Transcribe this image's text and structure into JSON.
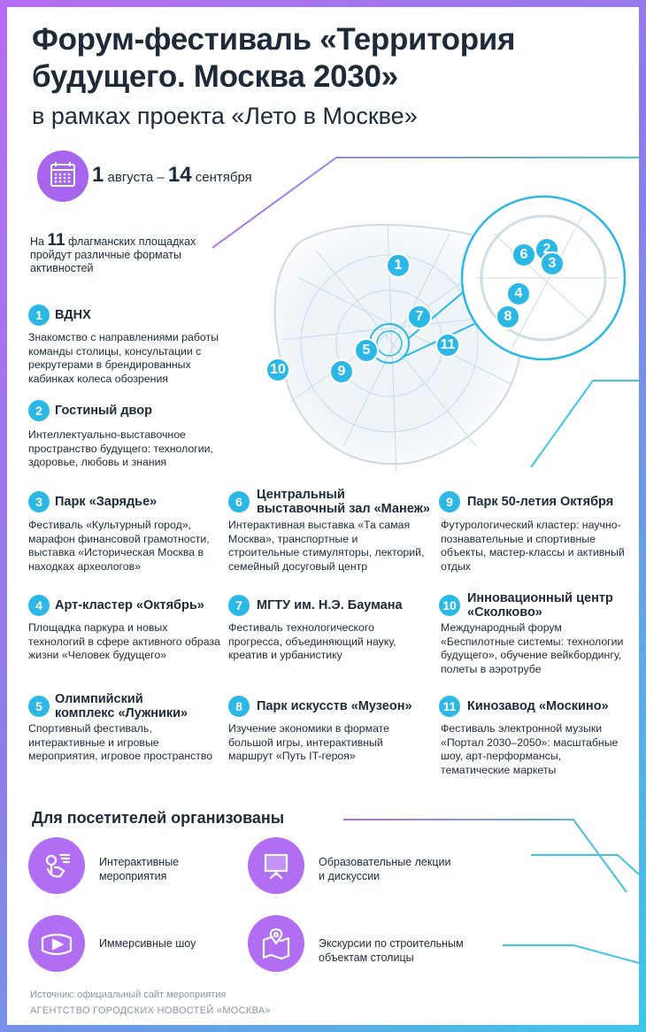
{
  "header": {
    "title_line1": "Форум-фестиваль «Территория",
    "title_line2": "будущего. Москва 2030»",
    "subtitle": "в рамках проекта «Лето в Москве»"
  },
  "dates": {
    "day_start": "1",
    "month_start": " августа – ",
    "day_end": "14",
    "month_end": " сентября"
  },
  "intro": {
    "prefix": "На ",
    "count": "11",
    "text": " флагманских площадках пройдут различные форматы активностей"
  },
  "map_markers": [
    "1",
    "2",
    "3",
    "4",
    "5",
    "6",
    "7",
    "8",
    "9",
    "10",
    "11"
  ],
  "venues": [
    {
      "num": "1",
      "name": "ВДНХ",
      "desc": "Знакомство с направлениями работы команды столицы, консультации с рекрутерами в брендированных кабинках колеса обозрения"
    },
    {
      "num": "2",
      "name": "Гостиный двор",
      "desc": "Интеллектуально-выставочное пространство будущего: технологии, здоровье, любовь и знания"
    },
    {
      "num": "3",
      "name": "Парк «Зарядье»",
      "desc": "Фестиваль «Культурный город», марафон финансовой грамотности, выставка «Историческая Москва в находках археологов»"
    },
    {
      "num": "4",
      "name": "Арт-кластер «Октябрь»",
      "desc": "Площадка паркура и новых технологий в сфере активного образа жизни «Человек будущего»"
    },
    {
      "num": "5",
      "name": "Олимпийский комплекс «Лужники»",
      "desc": "Спортивный фестиваль, интерактивные и игровые мероприятия, игровое пространство"
    },
    {
      "num": "6",
      "name": "Центральный выставочный зал «Манеж»",
      "desc": "Интерактивная выставка «Та самая Москва», транспортные и строительные стимуляторы, лекторий, семейный досуговый центр"
    },
    {
      "num": "7",
      "name": "МГТУ им. Н.Э. Баумана",
      "desc": "Фестиваль технологического прогресса, объединяющий науку, креатив и урбанистику"
    },
    {
      "num": "8",
      "name": "Парк искусств «Музеон»",
      "desc": "Изучение экономики в формате большой игры, интерактивный маршрут «Путь IT-героя»"
    },
    {
      "num": "9",
      "name": "Парк 50-летия Октября",
      "desc": "Футурологический кластер: научно-познавательные и спортивные объекты, мастер-классы и активный отдых"
    },
    {
      "num": "10",
      "name": "Инновационный центр «Сколково»",
      "desc": "Международный форум «Беспилотные системы: технологии будущего», обучение вейкбордингу, полеты в аэротрубе"
    },
    {
      "num": "11",
      "name": "Кинозавод «Москино»",
      "desc": "Фестиваль электронной музыки «Портал 2030–2050»: масштабные шоу, арт-перформансы, тематические маркеты"
    }
  ],
  "features": {
    "title": "Для посетителей организованы",
    "items": [
      {
        "label": "Интерактивные мероприятия",
        "icon": "touch-icon"
      },
      {
        "label": "Образовательные лекции и дискуссии",
        "icon": "presentation-board-icon"
      },
      {
        "label": "Иммерсивные шоу",
        "icon": "vr-headset-icon"
      },
      {
        "label": "Экскурсии по строительным объектам столицы",
        "icon": "map-pin-icon"
      }
    ]
  },
  "footer": {
    "source": "Источник: официальный сайт мероприятия",
    "agency": "АГЕНТСТВО ГОРОДСКИХ НОВОСТЕЙ «МОСКВА»"
  },
  "colors": {
    "accent_purple": "#a866f0",
    "accent_blue": "#2cb8e6",
    "text": "#1d2a3a"
  }
}
